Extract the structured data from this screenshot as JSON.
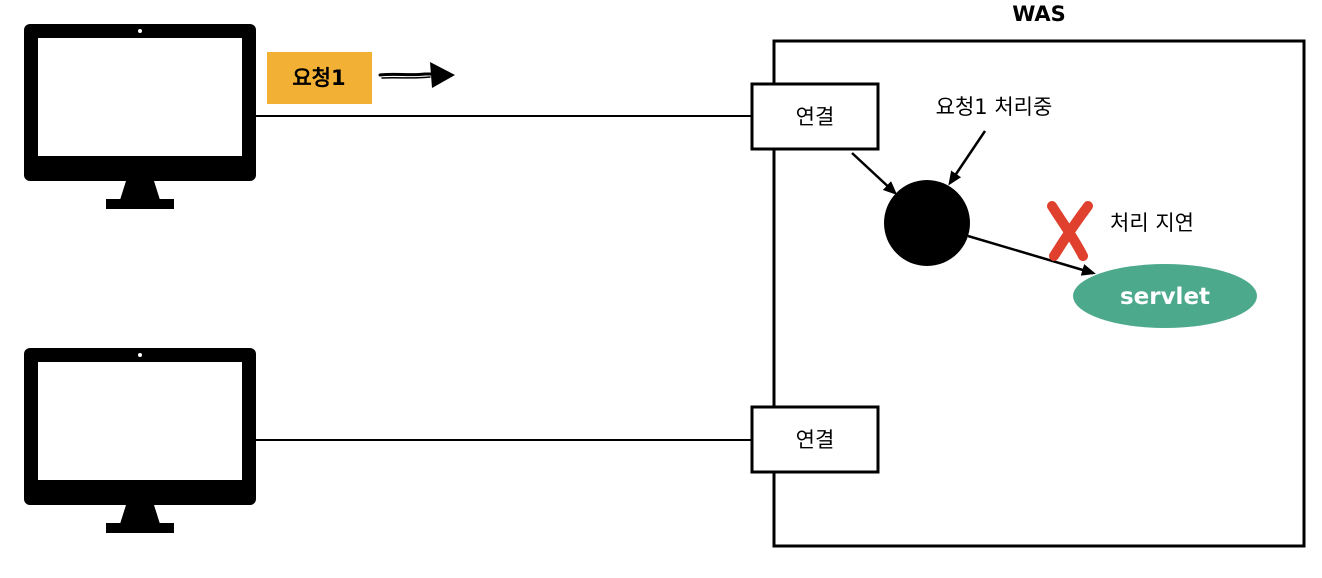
{
  "was": {
    "title": "WAS"
  },
  "request": {
    "label": "요청1",
    "color": "#F2B134"
  },
  "connections": [
    {
      "label": "연결"
    },
    {
      "label": "연결"
    }
  ],
  "thread": {
    "annotation": "요청1 처리중"
  },
  "delay": {
    "label": "처리 지연",
    "mark_icon": "x-mark-icon",
    "mark_color": "#E0402E"
  },
  "servlet": {
    "label": "servlet",
    "color": "#4DA98C"
  },
  "clients": [
    {
      "icon": "monitor-icon"
    },
    {
      "icon": "monitor-icon"
    }
  ]
}
